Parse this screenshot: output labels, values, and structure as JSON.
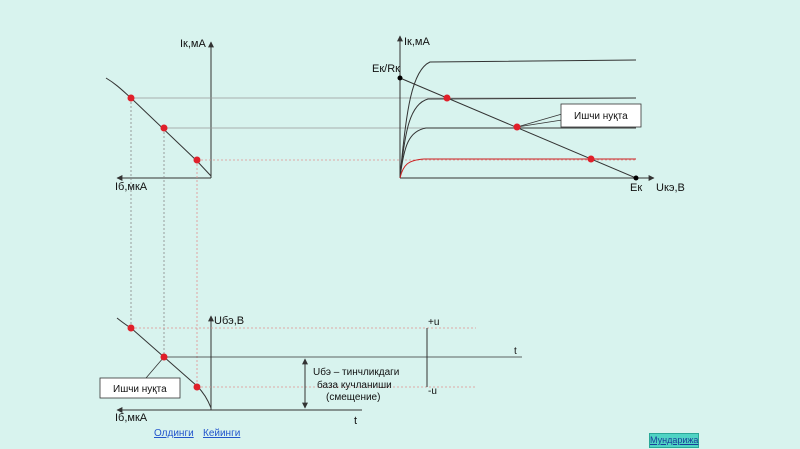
{
  "colors": {
    "background": "#d8f3ee",
    "axis": "#333333",
    "curve": "#333333",
    "operating_point": "#e0202a",
    "projection_line": "#e09090",
    "grid_line": "#888888",
    "link": "#2255cc",
    "menu_button": "#4fd3c4"
  },
  "top_left": {
    "y_axis_label": "Iк,мА",
    "x_axis_label": "Iб,мкА"
  },
  "top_right": {
    "y_axis_label": "Iк,мА",
    "x_axis_label": "Uкэ,B",
    "intercept_y_label": "Eк/Rк",
    "intercept_x_label": "Eк",
    "callout": "Ишчи нуқта"
  },
  "bottom": {
    "y_axis_label": "Uбэ,B",
    "x_axis_label": "Iб,мкА",
    "time_label_bottom": "t",
    "time_label_signal": "t",
    "plus_u": "+u",
    "minus_u": "-u",
    "callout": "Ишчи нуқта",
    "bias_note_line1": "Uбэ – тинчликдаги",
    "bias_note_line2": "база кучланиши",
    "bias_note_line3": "(смещение)"
  },
  "nav": {
    "back_label": "Олдинги",
    "next_label": "Кейинги",
    "menu_label": "Мундарижа"
  }
}
